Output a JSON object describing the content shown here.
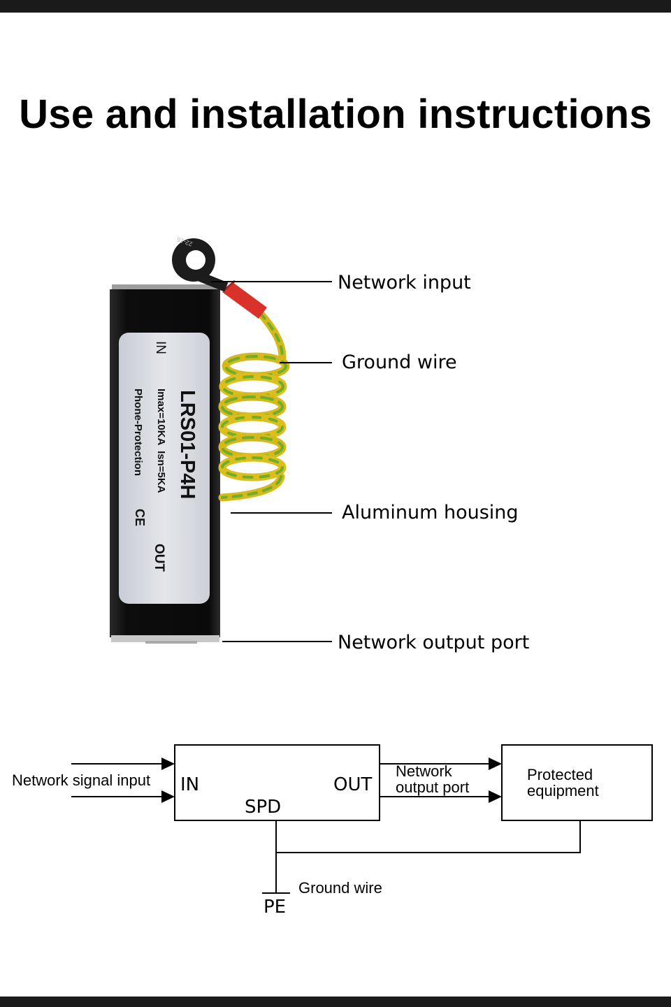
{
  "title": "Use and installation instructions",
  "device": {
    "model": "LRS01-P4H",
    "rating": "Imax=10KA  Isn=5KA",
    "type": "Phone-Protection",
    "mark": "CE",
    "in_label": "IN",
    "out_label": "OUT",
    "lug_text": "22-16"
  },
  "callouts": {
    "network_input": "Network input",
    "ground_wire": "Ground wire",
    "aluminum_housing": "Aluminum housing",
    "network_output_port": "Network output port"
  },
  "schematic": {
    "network_signal_input": "Network signal input",
    "spd_in": "IN",
    "spd_out": "OUT",
    "spd_name": "SPD",
    "network_output_port_line1": "Network",
    "network_output_port_line2": "output port",
    "protected_line1": "Protected",
    "protected_line2": "equipment",
    "ground_wire": "Ground wire",
    "pe": "PE"
  },
  "colors": {
    "housing": "#111111",
    "label_panel": "#d9dce2",
    "wire_yellow": "#e0c21c",
    "wire_green": "#6fae2c",
    "sleeve_red": "#d8322a"
  }
}
